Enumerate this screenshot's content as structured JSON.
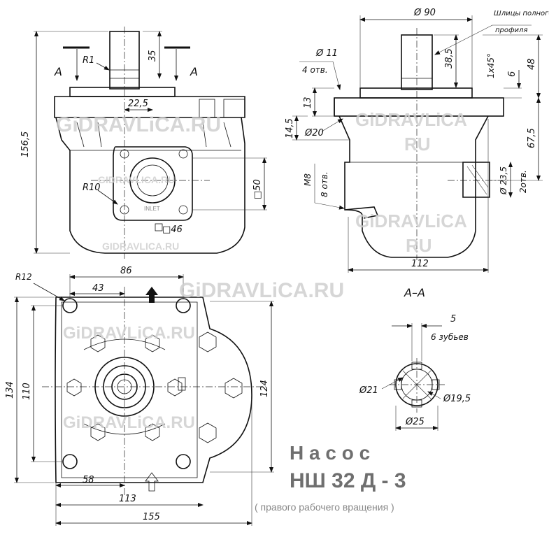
{
  "watermarks": {
    "main": "GiDRAVLiCA.RU",
    "small": "GIDRAVLICA.RU",
    "split_top": "GiDRAVLiCA",
    "split_bottom": "RU",
    "split2_top": "GiDRAVLiCA",
    "split2_bottom": "RU"
  },
  "title": {
    "line1": "Н а с о с",
    "line2": "НШ 32 Д - 3",
    "line3": "( правого рабочего вращения )"
  },
  "front_view": {
    "height": "156,5",
    "shaft_len": "35",
    "radius1": "R1",
    "section_left": "A",
    "section_right": "A",
    "offset": "22,5",
    "port_square": "□50",
    "port_small": "□46",
    "radius10": "R10",
    "inlet": "INLET"
  },
  "side_view": {
    "dia90": "Ø 90",
    "spline_note_1": "Шлицы полного",
    "spline_note_2": "профиля",
    "hole11": "Ø 11",
    "holes4": "4 отв.",
    "dim13": "13",
    "dia20": "Ø20",
    "dim145": "14,5",
    "m8": "M8",
    "holes8": "8 отв.",
    "dim385": "38,5",
    "chamfer": "1х45°",
    "dim6": "6",
    "dim48": "48",
    "dim675": "67,5",
    "dia235": "Ø 23,5",
    "holes2": "2отв.",
    "width112": "112",
    "section": "A–A"
  },
  "bottom_view": {
    "r12": "R12",
    "w86": "86",
    "w43": "43",
    "h134": "134",
    "h110": "110",
    "h124": "124",
    "w58": "58",
    "w113": "113",
    "w155": "155"
  },
  "spline_view": {
    "dim5": "5",
    "teeth": "6 зубьев",
    "dia21": "Ø21",
    "dia195": "Ø19,5",
    "dia25": "Ø25"
  }
}
